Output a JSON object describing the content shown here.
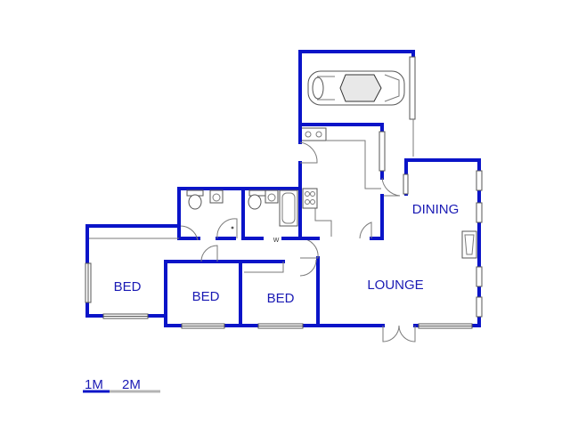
{
  "rooms": {
    "bed_1": "BED",
    "bed_2": "BED",
    "bed_3": "BED",
    "lounge": "LOUNGE",
    "dining": "DINING"
  },
  "washer_mark": "W",
  "scale": {
    "label_1": "1M",
    "label_2": "2M"
  },
  "colors": {
    "wall": "#0a14c8",
    "label": "#1a1ab4"
  }
}
